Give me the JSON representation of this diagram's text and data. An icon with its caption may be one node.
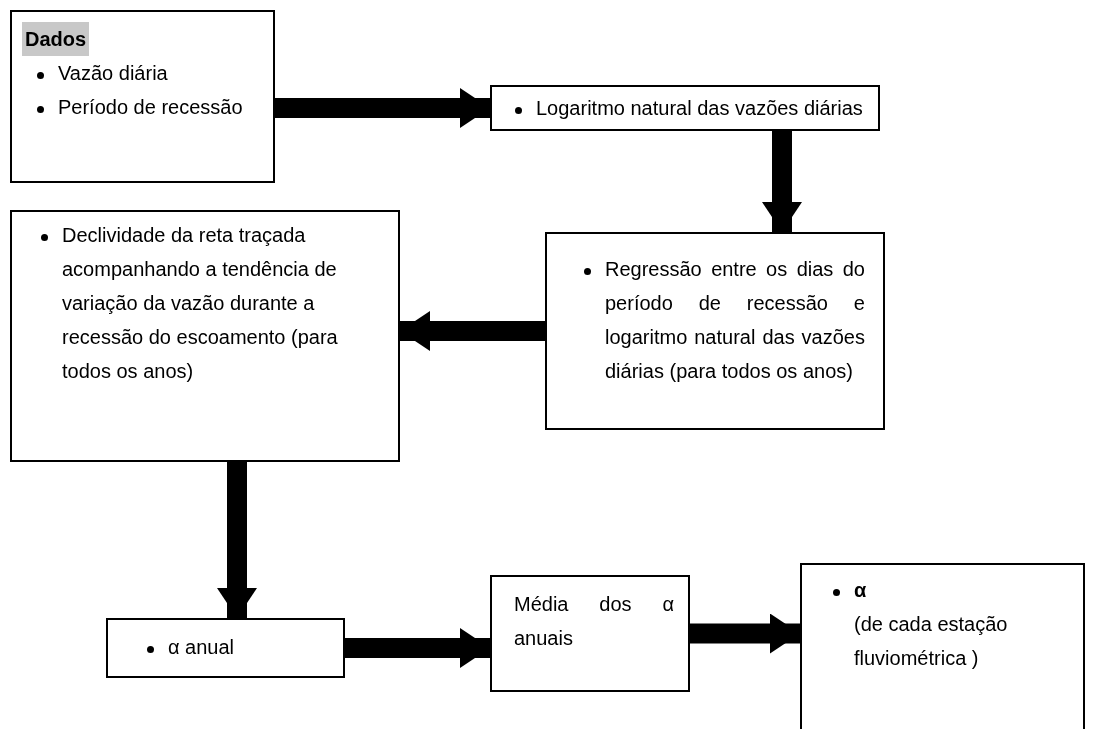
{
  "diagram": {
    "nodes": [
      {
        "text": [
          "Dados",
          "Vazão diária",
          "Período de recessão"
        ]
      },
      {
        "text": [
          "Logaritmo natural das vazões diárias"
        ]
      },
      {
        "text": [
          "Regressão entre os dias do período de recessão e logaritmo natural das vazões diárias (para todos os anos)"
        ]
      },
      {
        "text": [
          "Declividade da reta traçada acompanhando a tendência de variação da vazão durante a recessão do escoamento (para todos os anos)"
        ]
      },
      {
        "text": [
          "α anual"
        ]
      },
      {
        "text": [
          "Média dos α anuais"
        ]
      },
      {
        "text": [
          "α",
          "(de cada estação fluviométrica )"
        ]
      }
    ],
    "edges": [
      {
        "from": 0,
        "to": 1,
        "arrow": "to"
      },
      {
        "from": 1,
        "to": 2,
        "arrow": "to"
      },
      {
        "from": 2,
        "to": 3,
        "arrow": "to"
      },
      {
        "from": 3,
        "to": 4,
        "arrow": "to"
      },
      {
        "from": 4,
        "to": 5,
        "arrow": "to"
      },
      {
        "from": 5,
        "to": 6,
        "arrow": "to"
      }
    ]
  }
}
